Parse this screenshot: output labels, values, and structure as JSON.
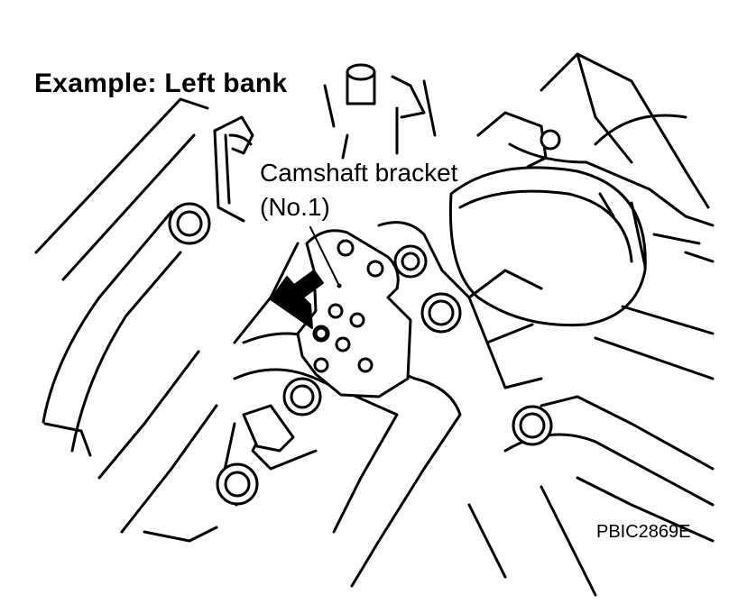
{
  "heading": "Example: Left bank",
  "callout": {
    "line1": "Camshaft bracket",
    "line2": "(No.1)"
  },
  "figure_id": "PBIC2869E",
  "colors": {
    "ink": "#000000",
    "paper": "#ffffff"
  }
}
